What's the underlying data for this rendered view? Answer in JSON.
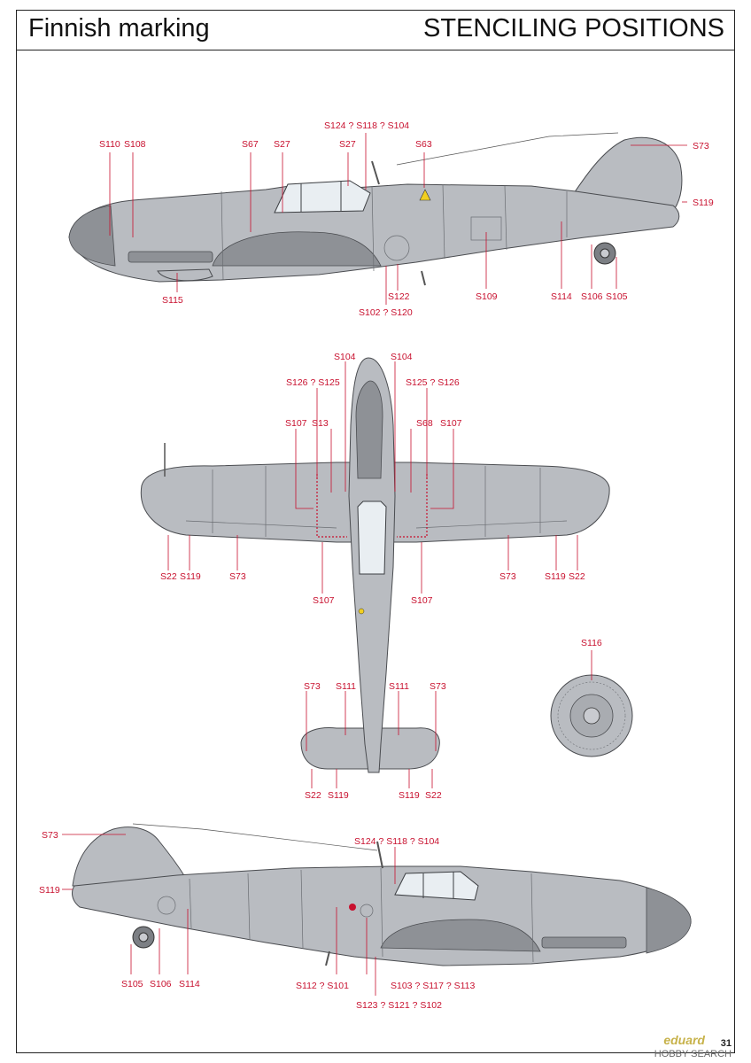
{
  "header": {
    "left_title": "Finnish marking",
    "right_title": "STENCILING POSITIONS"
  },
  "colors": {
    "label_red": "#c8102e",
    "aircraft_grey": "#b9bcc1",
    "outline": "#4a4c50"
  },
  "views": {
    "side_left": {
      "labels": [
        "S110",
        "S108",
        "S67",
        "S27",
        "S124 ? S118 ? S104",
        "S27",
        "S63",
        "S73",
        "S119",
        "S115",
        "S122",
        "S102 ? S120",
        "S109",
        "S114",
        "S106",
        "S105"
      ]
    },
    "top": {
      "labels": [
        "S104",
        "S104",
        "S126 ? S125",
        "S125 ? S126",
        "S107",
        "S13",
        "S68",
        "S107",
        "S22",
        "S119",
        "S73",
        "S73",
        "S119",
        "S22",
        "S107",
        "S107",
        "S73",
        "S111",
        "S111",
        "S73",
        "S22",
        "S119",
        "S119",
        "S22"
      ]
    },
    "wheel": {
      "label": "S116"
    },
    "side_right": {
      "labels": [
        "S73",
        "S124 ? S118 ? S104",
        "S119",
        "S105",
        "S106",
        "S114",
        "S112 ? S101",
        "S103 ? S117 ? S113",
        "S123 ? S121 ? S102"
      ]
    }
  },
  "footer": {
    "brand": "eduard",
    "watermark": "HOBBY SEARCH",
    "page_number": "31"
  }
}
